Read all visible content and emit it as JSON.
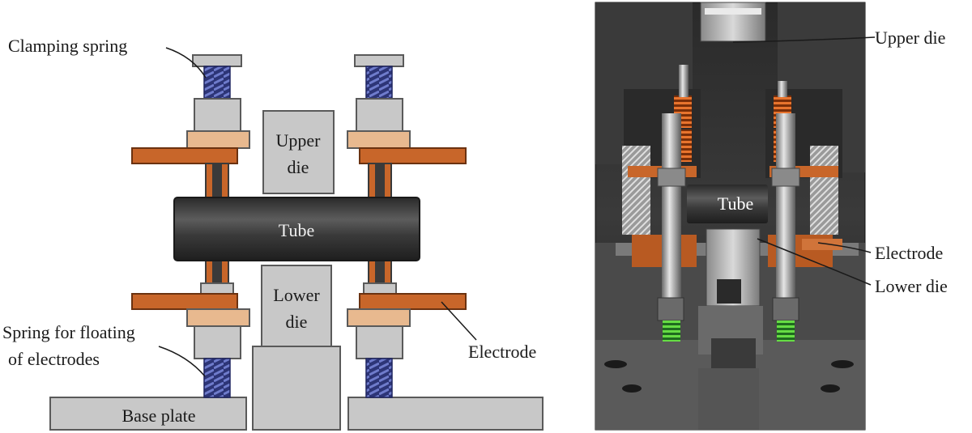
{
  "schematic": {
    "labels": {
      "clamping_spring": "Clamping spring",
      "spring_floating_line1": "Spring for floating",
      "spring_floating_line2": "of electrodes",
      "base_plate": "Base plate",
      "electrode": "Electrode",
      "upper_die_line1": "Upper",
      "upper_die_line2": "die",
      "lower_die_line1": "Lower",
      "lower_die_line2": "die",
      "tube": "Tube"
    }
  },
  "photo": {
    "labels": {
      "upper_die": "Upper die",
      "electrode": "Electrode",
      "lower_die": "Lower die",
      "tube": "Tube"
    }
  },
  "colors": {
    "steel_light": "#c8c8c8",
    "steel_outline": "#5a5a5a",
    "electrode_copper": "#c8662a",
    "electrode_outline": "#6b3210",
    "insulator_tan": "#e8b98f",
    "tube_dark": "#3c3c3c",
    "spring_blue": "#3f4ba0"
  }
}
